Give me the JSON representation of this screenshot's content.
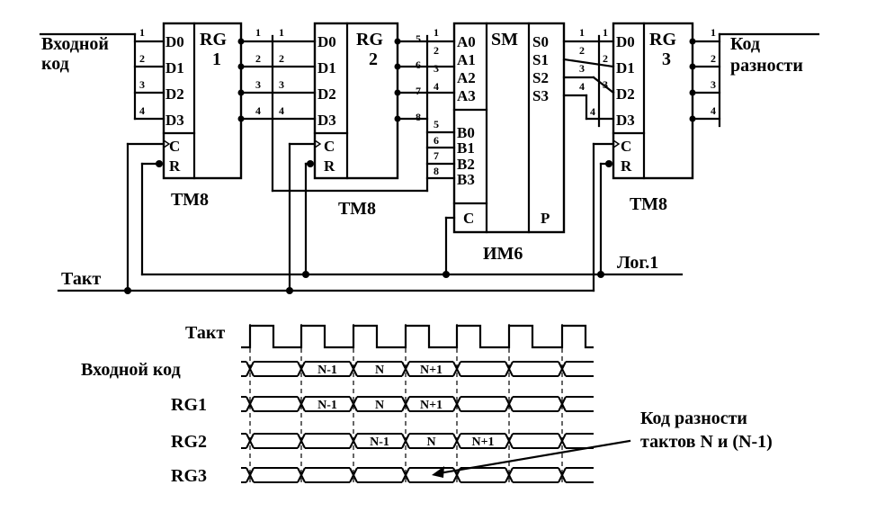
{
  "diagram": {
    "input_code_label": [
      "Входной",
      "код"
    ],
    "output_label": [
      "Код",
      "разности"
    ],
    "clock_label": "Такт",
    "logic_one_label": "Лог.1",
    "registers": [
      {
        "id": "rg1",
        "title": "RG",
        "index": "1",
        "chip": "ТМ8",
        "inputs": [
          "D0",
          "D1",
          "D2",
          "D3"
        ],
        "clk": "C",
        "reset": "R"
      },
      {
        "id": "rg2",
        "title": "RG",
        "index": "2",
        "chip": "ТМ8",
        "inputs": [
          "D0",
          "D1",
          "D2",
          "D3"
        ],
        "clk": "C",
        "reset": "R"
      },
      {
        "id": "rg3",
        "title": "RG",
        "index": "3",
        "chip": "ТМ8",
        "inputs": [
          "D0",
          "D1",
          "D2",
          "D3"
        ],
        "clk": "C",
        "reset": "R"
      }
    ],
    "adder": {
      "title": "SM",
      "chip": "ИМ6",
      "a_inputs": [
        "A0",
        "A1",
        "A2",
        "A3"
      ],
      "b_inputs": [
        "B0",
        "B1",
        "B2",
        "B3"
      ],
      "carry_in": "C",
      "outputs": [
        "S0",
        "S1",
        "S2",
        "S3"
      ],
      "carry_out": "P"
    },
    "pin_numbers": {
      "input_bus": [
        "1",
        "2",
        "3",
        "4"
      ],
      "rg1_out": [
        "1",
        "2",
        "3",
        "4"
      ],
      "rg2_in": [
        "1",
        "2",
        "3",
        "4"
      ],
      "rg2_out": [
        "5",
        "6",
        "7",
        "8"
      ],
      "sm_a": [
        "1",
        "2",
        "3",
        "4"
      ],
      "sm_b": [
        "5",
        "6",
        "7",
        "8"
      ],
      "sm_out": [
        "1",
        "2",
        "3",
        "4"
      ],
      "rg3_in": [
        "1",
        "2",
        "3",
        "4"
      ],
      "rg3_out": [
        "1",
        "2",
        "3",
        "4"
      ]
    }
  },
  "timing": {
    "rows": [
      {
        "name": "Такт",
        "kind": "clock"
      },
      {
        "name": "Входной код",
        "kind": "bus",
        "labels": [
          "",
          "",
          "N-1",
          "N",
          "N+1",
          "",
          "",
          ""
        ]
      },
      {
        "name": "RG1",
        "kind": "bus",
        "labels": [
          "",
          "",
          "N-1",
          "N",
          "N+1",
          "",
          "",
          ""
        ]
      },
      {
        "name": "RG2",
        "kind": "bus",
        "labels": [
          "",
          "",
          "",
          "N-1",
          "N",
          "N+1",
          "",
          ""
        ]
      },
      {
        "name": "RG3",
        "kind": "bus",
        "labels": [
          "",
          "",
          "",
          "",
          "",
          "",
          "",
          ""
        ]
      }
    ],
    "annotation": [
      "Код разности",
      "тактов N и (N-1)"
    ]
  }
}
